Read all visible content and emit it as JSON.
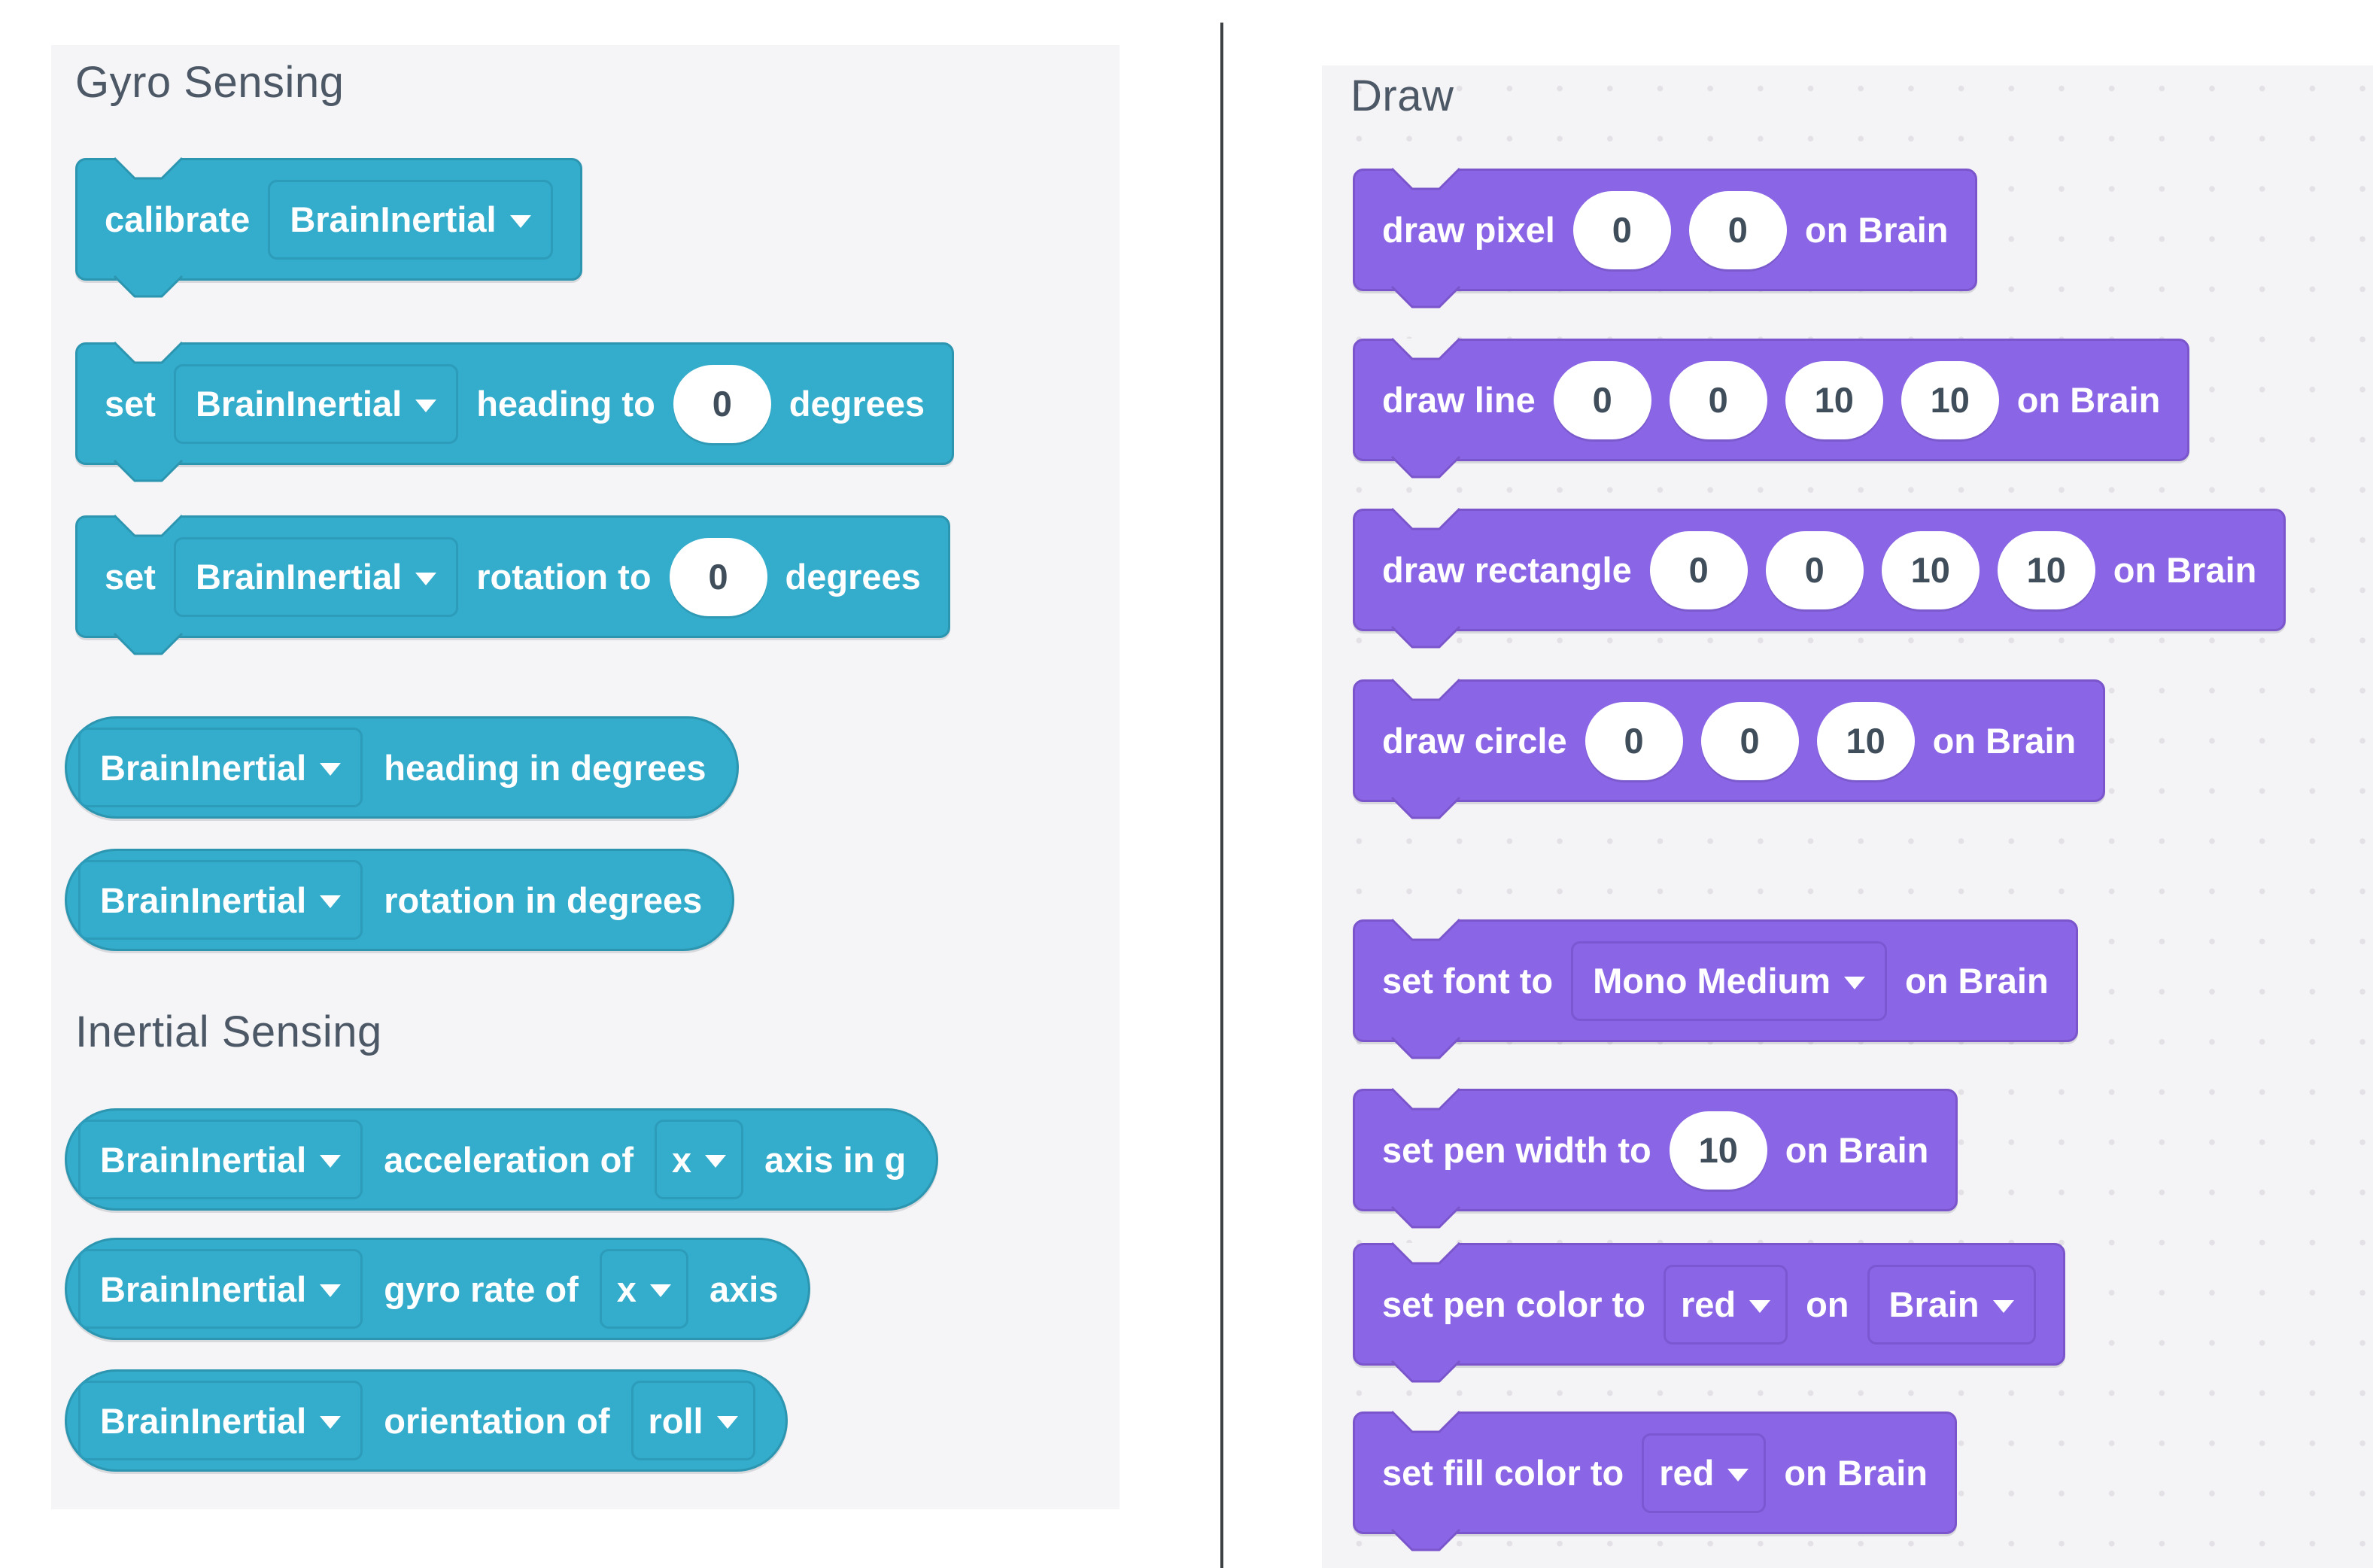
{
  "colors": {
    "teal_block": "#34accb",
    "teal_border": "#2c95b0",
    "purple_block": "#8a65e5",
    "purple_border": "#7a55cc",
    "header_text": "#4c5866",
    "value_text": "#3f4e5a",
    "panel_background": "#f5f4f6",
    "divider": "#3e4143"
  },
  "left": {
    "section1_title": "Gyro Sensing",
    "section2_title": "Inertial Sensing",
    "blocks": {
      "calibrate": {
        "label": "calibrate",
        "device": "BrainInertial"
      },
      "set_heading": {
        "label_set": "set",
        "device": "BrainInertial",
        "label_mid": "heading to",
        "value": "0",
        "label_unit": "degrees"
      },
      "set_rotation": {
        "label_set": "set",
        "device": "BrainInertial",
        "label_mid": "rotation to",
        "value": "0",
        "label_unit": "degrees"
      },
      "heading_reporter": {
        "device": "BrainInertial",
        "label": "heading in degrees"
      },
      "rotation_reporter": {
        "device": "BrainInertial",
        "label": "rotation in degrees"
      },
      "acceleration_reporter": {
        "device": "BrainInertial",
        "label": "acceleration of",
        "axis": "x",
        "label_suffix": "axis in g"
      },
      "gyro_rate_reporter": {
        "device": "BrainInertial",
        "label": "gyro rate of",
        "axis": "x",
        "label_suffix": "axis"
      },
      "orientation_reporter": {
        "device": "BrainInertial",
        "label": "orientation of",
        "axis": "roll"
      }
    }
  },
  "right": {
    "title": "Draw",
    "blocks": {
      "draw_pixel": {
        "label": "draw pixel",
        "x": "0",
        "y": "0",
        "suffix": "on Brain"
      },
      "draw_line": {
        "label": "draw line",
        "x1": "0",
        "y1": "0",
        "x2": "10",
        "y2": "10",
        "suffix": "on Brain"
      },
      "draw_rectangle": {
        "label": "draw rectangle",
        "x": "0",
        "y": "0",
        "w": "10",
        "h": "10",
        "suffix": "on Brain"
      },
      "draw_circle": {
        "label": "draw circle",
        "x": "0",
        "y": "0",
        "radius": "10",
        "suffix": "on Brain"
      },
      "set_font": {
        "label": "set font to",
        "font": "Mono Medium",
        "suffix": "on Brain"
      },
      "set_pen_width": {
        "label": "set pen width to",
        "value": "10",
        "suffix": "on Brain"
      },
      "set_pen_color": {
        "label": "set pen color to",
        "color": "red",
        "mid": "on",
        "device": "Brain"
      },
      "set_fill_color": {
        "label": "set fill color to",
        "color": "red",
        "suffix": "on Brain"
      }
    }
  }
}
